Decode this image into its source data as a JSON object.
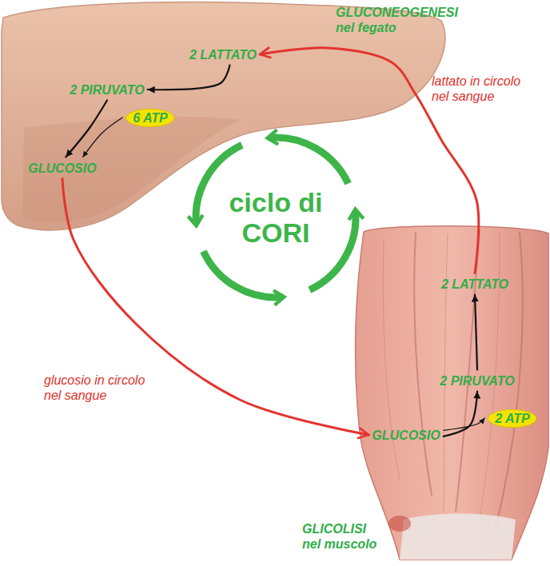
{
  "diagram": {
    "nodes": [
      {
        "text": [
          "GLUCONEOGENESI nel fegato"
        ]
      },
      {
        "text": [
          "2 LATTATO"
        ],
        "in": 0
      },
      {
        "text": [
          "2 PIRUVATO"
        ],
        "in": 0
      },
      {
        "text": [
          "6 ATP"
        ],
        "in": 0
      },
      {
        "text": [
          "GLUCOSIO"
        ],
        "in": 0
      },
      {
        "text": [
          "ciclo di CORI"
        ]
      },
      {
        "text": [
          "GLICOLISI nel muscolo"
        ]
      },
      {
        "text": [
          "2 LATTATO"
        ],
        "in": 6
      },
      {
        "text": [
          "2 PIRUVATO"
        ],
        "in": 6
      },
      {
        "text": [
          "GLUCOSIO"
        ],
        "in": 6
      },
      {
        "text": [
          "2 ATP"
        ],
        "in": 6
      }
    ],
    "edges": [
      {
        "from": 1,
        "to": 2,
        "arrow": "to"
      },
      {
        "from": 2,
        "to": 4,
        "arrow": "to"
      },
      {
        "from": 3,
        "to": 4,
        "arrow": "to"
      },
      {
        "from": 4,
        "to": 9,
        "arrow": "to",
        "label": "glucosio in circolo nel sangue"
      },
      {
        "from": 9,
        "to": 8,
        "arrow": "to"
      },
      {
        "from": 9,
        "to": 10,
        "arrow": "to"
      },
      {
        "from": 8,
        "to": 7,
        "arrow": "to"
      },
      {
        "from": 7,
        "to": 1,
        "arrow": "to",
        "label": "lattato in circolo nel sangue"
      }
    ]
  }
}
